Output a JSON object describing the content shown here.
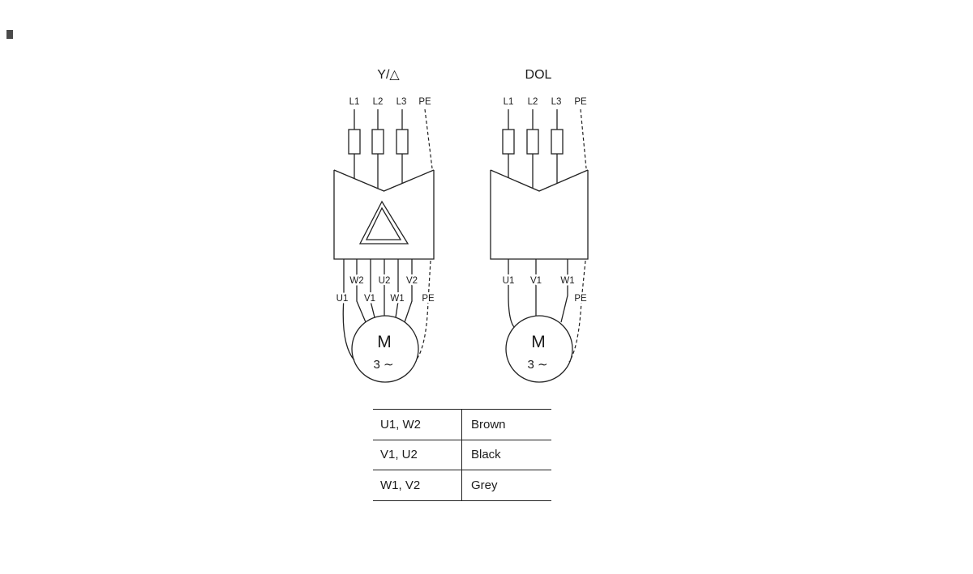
{
  "left_diagram": {
    "title": "Y/△",
    "inputs": [
      "L1",
      "L2",
      "L3",
      "PE"
    ],
    "outputs_upper": [
      "W2",
      "U2",
      "V2"
    ],
    "outputs_lower": [
      "U1",
      "V1",
      "W1",
      "PE"
    ],
    "motor_label": "M",
    "motor_phase": "3 ∼"
  },
  "right_diagram": {
    "title": "DOL",
    "inputs": [
      "L1",
      "L2",
      "L3",
      "PE"
    ],
    "outputs": [
      "U1",
      "V1",
      "W1"
    ],
    "pe_label": "PE",
    "motor_label": "M",
    "motor_phase": "3 ∼"
  },
  "wiring_table": {
    "rows": [
      {
        "terminals": "U1, W2",
        "color_name": "Brown"
      },
      {
        "terminals": "V1, U2",
        "color_name": "Black"
      },
      {
        "terminals": "W1, V2",
        "color_name": "Grey"
      }
    ]
  }
}
